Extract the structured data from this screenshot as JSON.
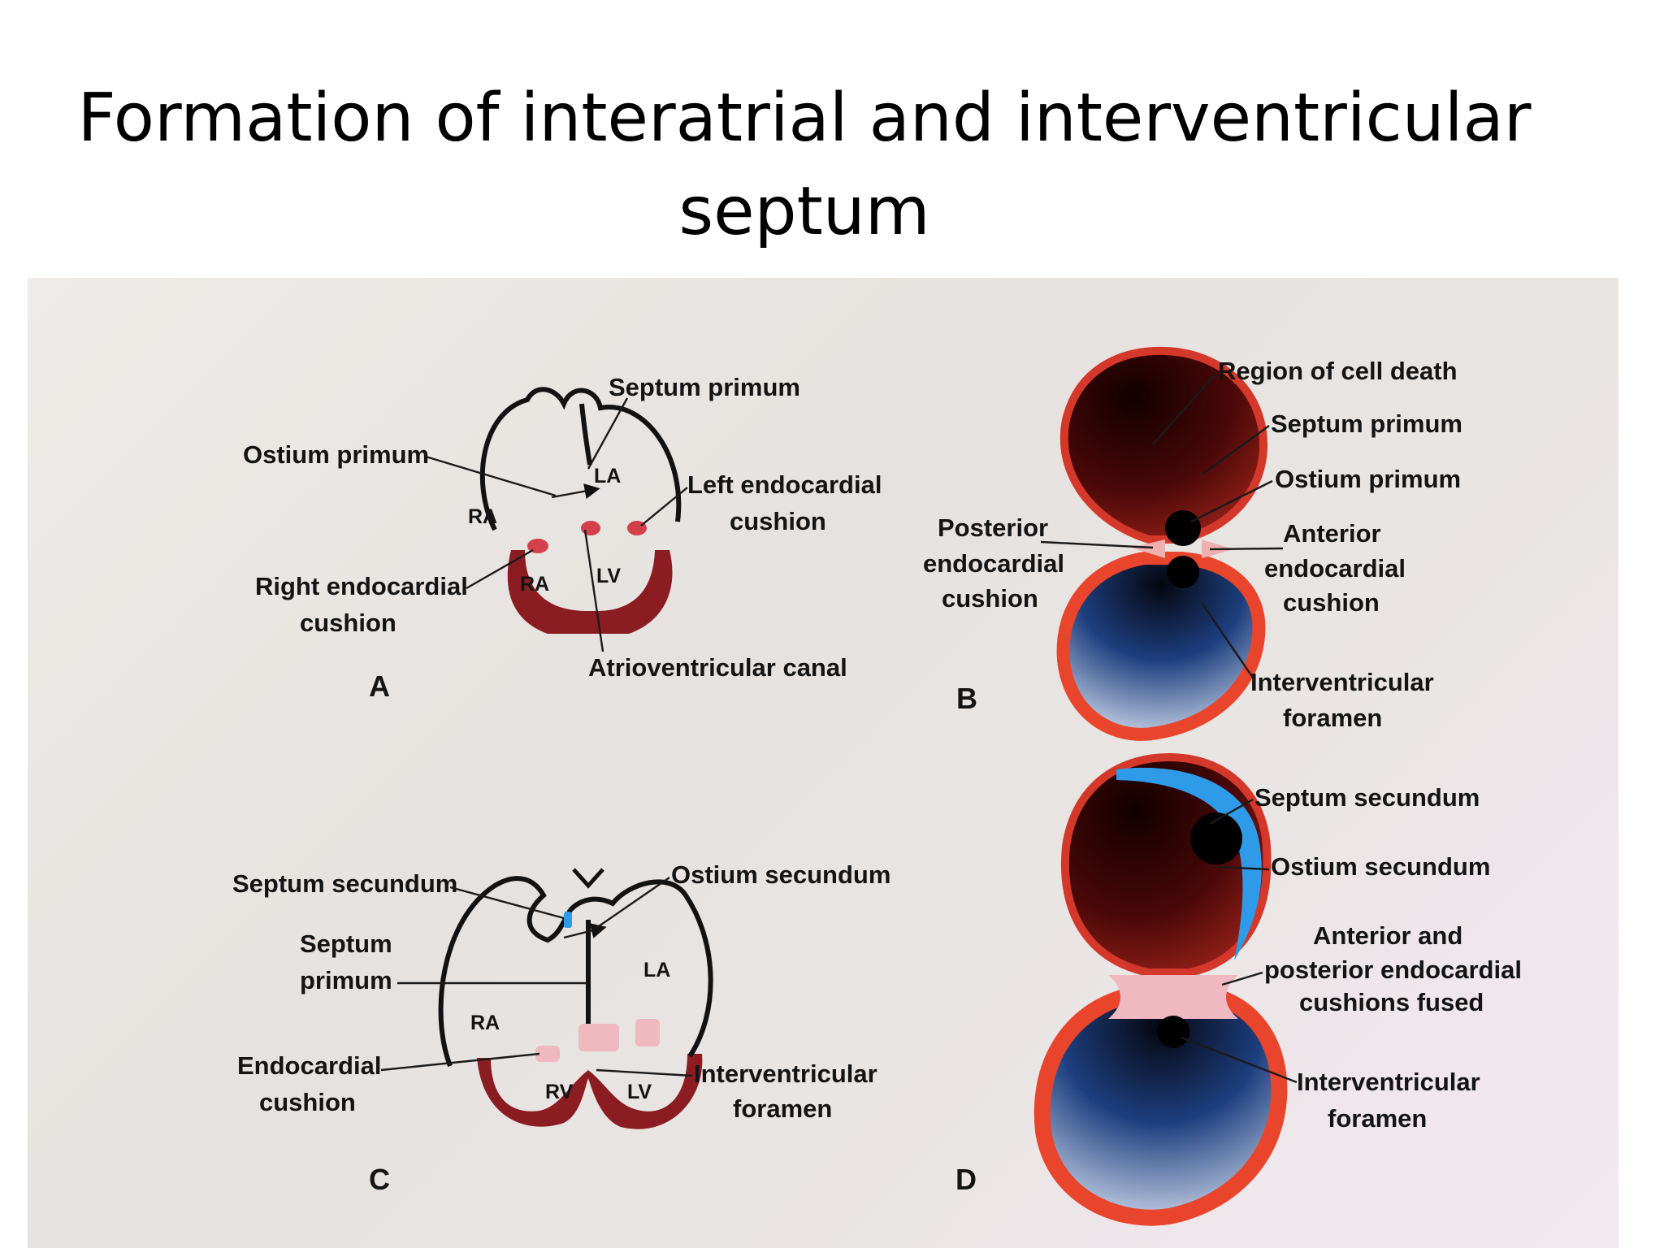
{
  "slide": {
    "title_line1": "Formation of interatrial and interventricular",
    "title_line2": "septum"
  },
  "colors": {
    "heart_wall": "#8b1c22",
    "myocardium": "#e8452c",
    "atrium_blood": "#3a0606",
    "ventricle_blood": "#1a3d7c",
    "septum_secundum": "#2f9be8",
    "cushion_fused": "#f0b8c0"
  },
  "panels": {
    "a": {
      "letter": "A",
      "labels": {
        "septum_primum": "Septum primum",
        "ostium_primum": "Ostium primum",
        "left_endocardial_1": "Left endocardial",
        "left_endocardial_2": "cushion",
        "right_endocardial_1": "Right endocardial",
        "right_endocardial_2": "cushion",
        "atrioventricular_canal": "Atrioventricular canal",
        "ra": "RA",
        "la": "LA",
        "ra_lower": "RA",
        "lv": "LV"
      }
    },
    "b": {
      "letter": "B",
      "labels": {
        "region_cell_death": "Region of cell death",
        "septum_primum": "Septum primum",
        "ostium_primum": "Ostium primum",
        "posterior_1": "Posterior",
        "posterior_2": "endocardial",
        "posterior_3": "cushion",
        "anterior_1": "Anterior",
        "anterior_2": "endocardial",
        "anterior_3": "cushion",
        "interventricular_1": "Interventricular",
        "interventricular_2": "foramen"
      }
    },
    "c": {
      "letter": "C",
      "labels": {
        "septum_secundum": "Septum secundum",
        "ostium_secundum": "Ostium secundum",
        "septum_primum_1": "Septum",
        "septum_primum_2": "primum",
        "endocardial_1": "Endocardial",
        "endocardial_2": "cushion",
        "interventricular_1": "Interventricular",
        "interventricular_2": "foramen",
        "ra": "RA",
        "la": "LA",
        "rv": "RV",
        "lv": "LV"
      }
    },
    "d": {
      "letter": "D",
      "labels": {
        "septum_secundum": "Septum secundum",
        "ostium_secundum": "Ostium secundum",
        "fused_1": "Anterior and",
        "fused_2": "posterior endocardial",
        "fused_3": "cushions fused",
        "interventricular_1": "Interventricular",
        "interventricular_2": "foramen"
      }
    }
  }
}
